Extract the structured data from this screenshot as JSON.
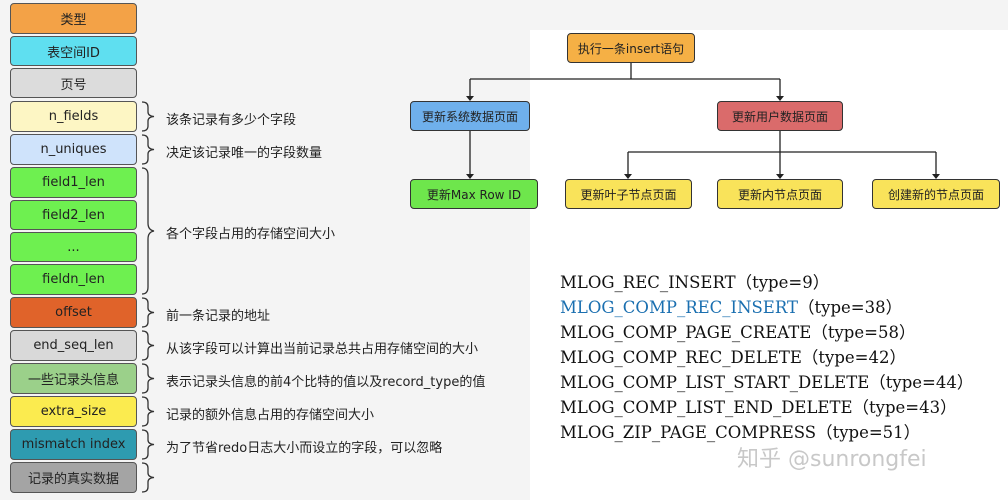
{
  "colors": {
    "orange": "#f3a247",
    "cyan": "#5fdff0",
    "gray": "#dcdcdc",
    "cream": "#fdf6c4",
    "lightblue": "#cfe3fb",
    "green": "#6ef050",
    "darkorange": "#e0632a",
    "gray2": "#d9d9d9",
    "sage": "#9bd08a",
    "yellow": "#fbeb4f",
    "teal": "#2e9bb0",
    "gray3": "#a4a4a4",
    "node_orange": "#f5b045",
    "node_blue": "#6fb0ec",
    "node_red": "#da6b6b",
    "node_green": "#6ee64c",
    "node_yellow": "#f9e35a",
    "highlight": "#1a6fb0"
  },
  "fields": [
    {
      "label": "类型",
      "color": "#f3a247"
    },
    {
      "label": "表空间ID",
      "color": "#5fdff0"
    },
    {
      "label": "页号",
      "color": "#dcdcdc"
    },
    {
      "label": "n_fields",
      "color": "#fdf6c4"
    },
    {
      "label": "n_uniques",
      "color": "#cfe3fb"
    },
    {
      "label": "field1_len",
      "color": "#6ef050"
    },
    {
      "label": "field2_len",
      "color": "#6ef050"
    },
    {
      "label": "...",
      "color": "#6ef050"
    },
    {
      "label": "fieldn_len",
      "color": "#6ef050"
    },
    {
      "label": "offset",
      "color": "#e0632a"
    },
    {
      "label": "end_seq_len",
      "color": "#d9d9d9"
    },
    {
      "label": "一些记录头信息",
      "color": "#9bd08a"
    },
    {
      "label": "extra_size",
      "color": "#fbeb4f"
    },
    {
      "label": "mismatch index",
      "color": "#2e9bb0"
    },
    {
      "label": "记录的真实数据",
      "color": "#a4a4a4"
    }
  ],
  "notes": [
    "该条记录有多少个字段",
    "决定该记录唯一的字段数量",
    "各个字段占用的存储空间大小",
    "前一条记录的地址",
    "从该字段可以计算出当前记录总共占用存储空间的大小",
    "表示记录头信息的前4个比特的值以及record_type的值",
    "记录的额外信息占用的存储空间大小",
    "为了节省redo日志大小而设立的字段，可以忽略"
  ],
  "tree": {
    "root": "执行一条insert语句",
    "left": "更新系统数据页面",
    "right": "更新用户数据页面",
    "left_child": "更新Max Row ID",
    "right_children": [
      "更新叶子节点页面",
      "更新内节点页面",
      "创建新的节点页面"
    ]
  },
  "mlog_types": [
    {
      "code": "MLOG_REC_INSERT",
      "type": "（type=9）",
      "highlight": false
    },
    {
      "code": "MLOG_COMP_REC_INSERT",
      "type": "（type=38）",
      "highlight": true
    },
    {
      "code": "MLOG_COMP_PAGE_CREATE",
      "type": "（type=58）",
      "highlight": false
    },
    {
      "code": "MLOG_COMP_REC_DELETE",
      "type": "（type=42）",
      "highlight": false
    },
    {
      "code": "MLOG_COMP_LIST_START_DELETE",
      "type": "（type=44）",
      "highlight": false
    },
    {
      "code": "MLOG_COMP_LIST_END_DELETE",
      "type": "（type=43）",
      "highlight": false
    },
    {
      "code": "MLOG_ZIP_PAGE_COMPRESS",
      "type": "（type=51）",
      "highlight": false
    }
  ],
  "watermark": "知乎 @sunrongfei"
}
